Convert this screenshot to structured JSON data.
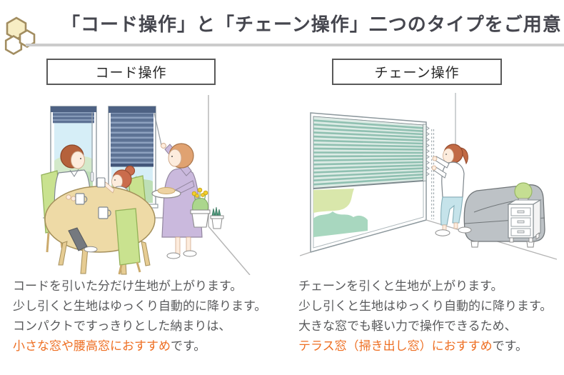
{
  "colors": {
    "accent_orange": "#ee6f23",
    "heading_text": "#45464e",
    "body_text": "#58595b",
    "divider_gray": "#cccccc",
    "title_box_border": "#595959",
    "blind_navy": "#5d7294",
    "blind_green": "#8fc0b1"
  },
  "header": {
    "icon": "honeycomb-icon",
    "title": "「コード操作」と「チェーン操作」二つのタイプをご用意"
  },
  "columns": [
    {
      "title": "コード操作",
      "illustration": "cord-operation-scene",
      "description": {
        "lines": [
          "コードを引いた分だけ生地が上がります。",
          "少し引くと生地はゆっくり自動的に降ります。",
          "コンパクトですっきりとした納まりは、"
        ],
        "highlight": "小さな窓や腰高窓におすすめ",
        "suffix": "です。"
      }
    },
    {
      "title": "チェーン操作",
      "illustration": "chain-operation-scene",
      "description": {
        "lines": [
          "チェーンを引くと生地が上がります。",
          "少し引くと生地はゆっくり自動的に降ります。",
          "大きな窓でも軽い力で操作できるため、"
        ],
        "highlight": "テラス窓（掃き出し窓）におすすめ",
        "suffix": "です。"
      }
    }
  ]
}
